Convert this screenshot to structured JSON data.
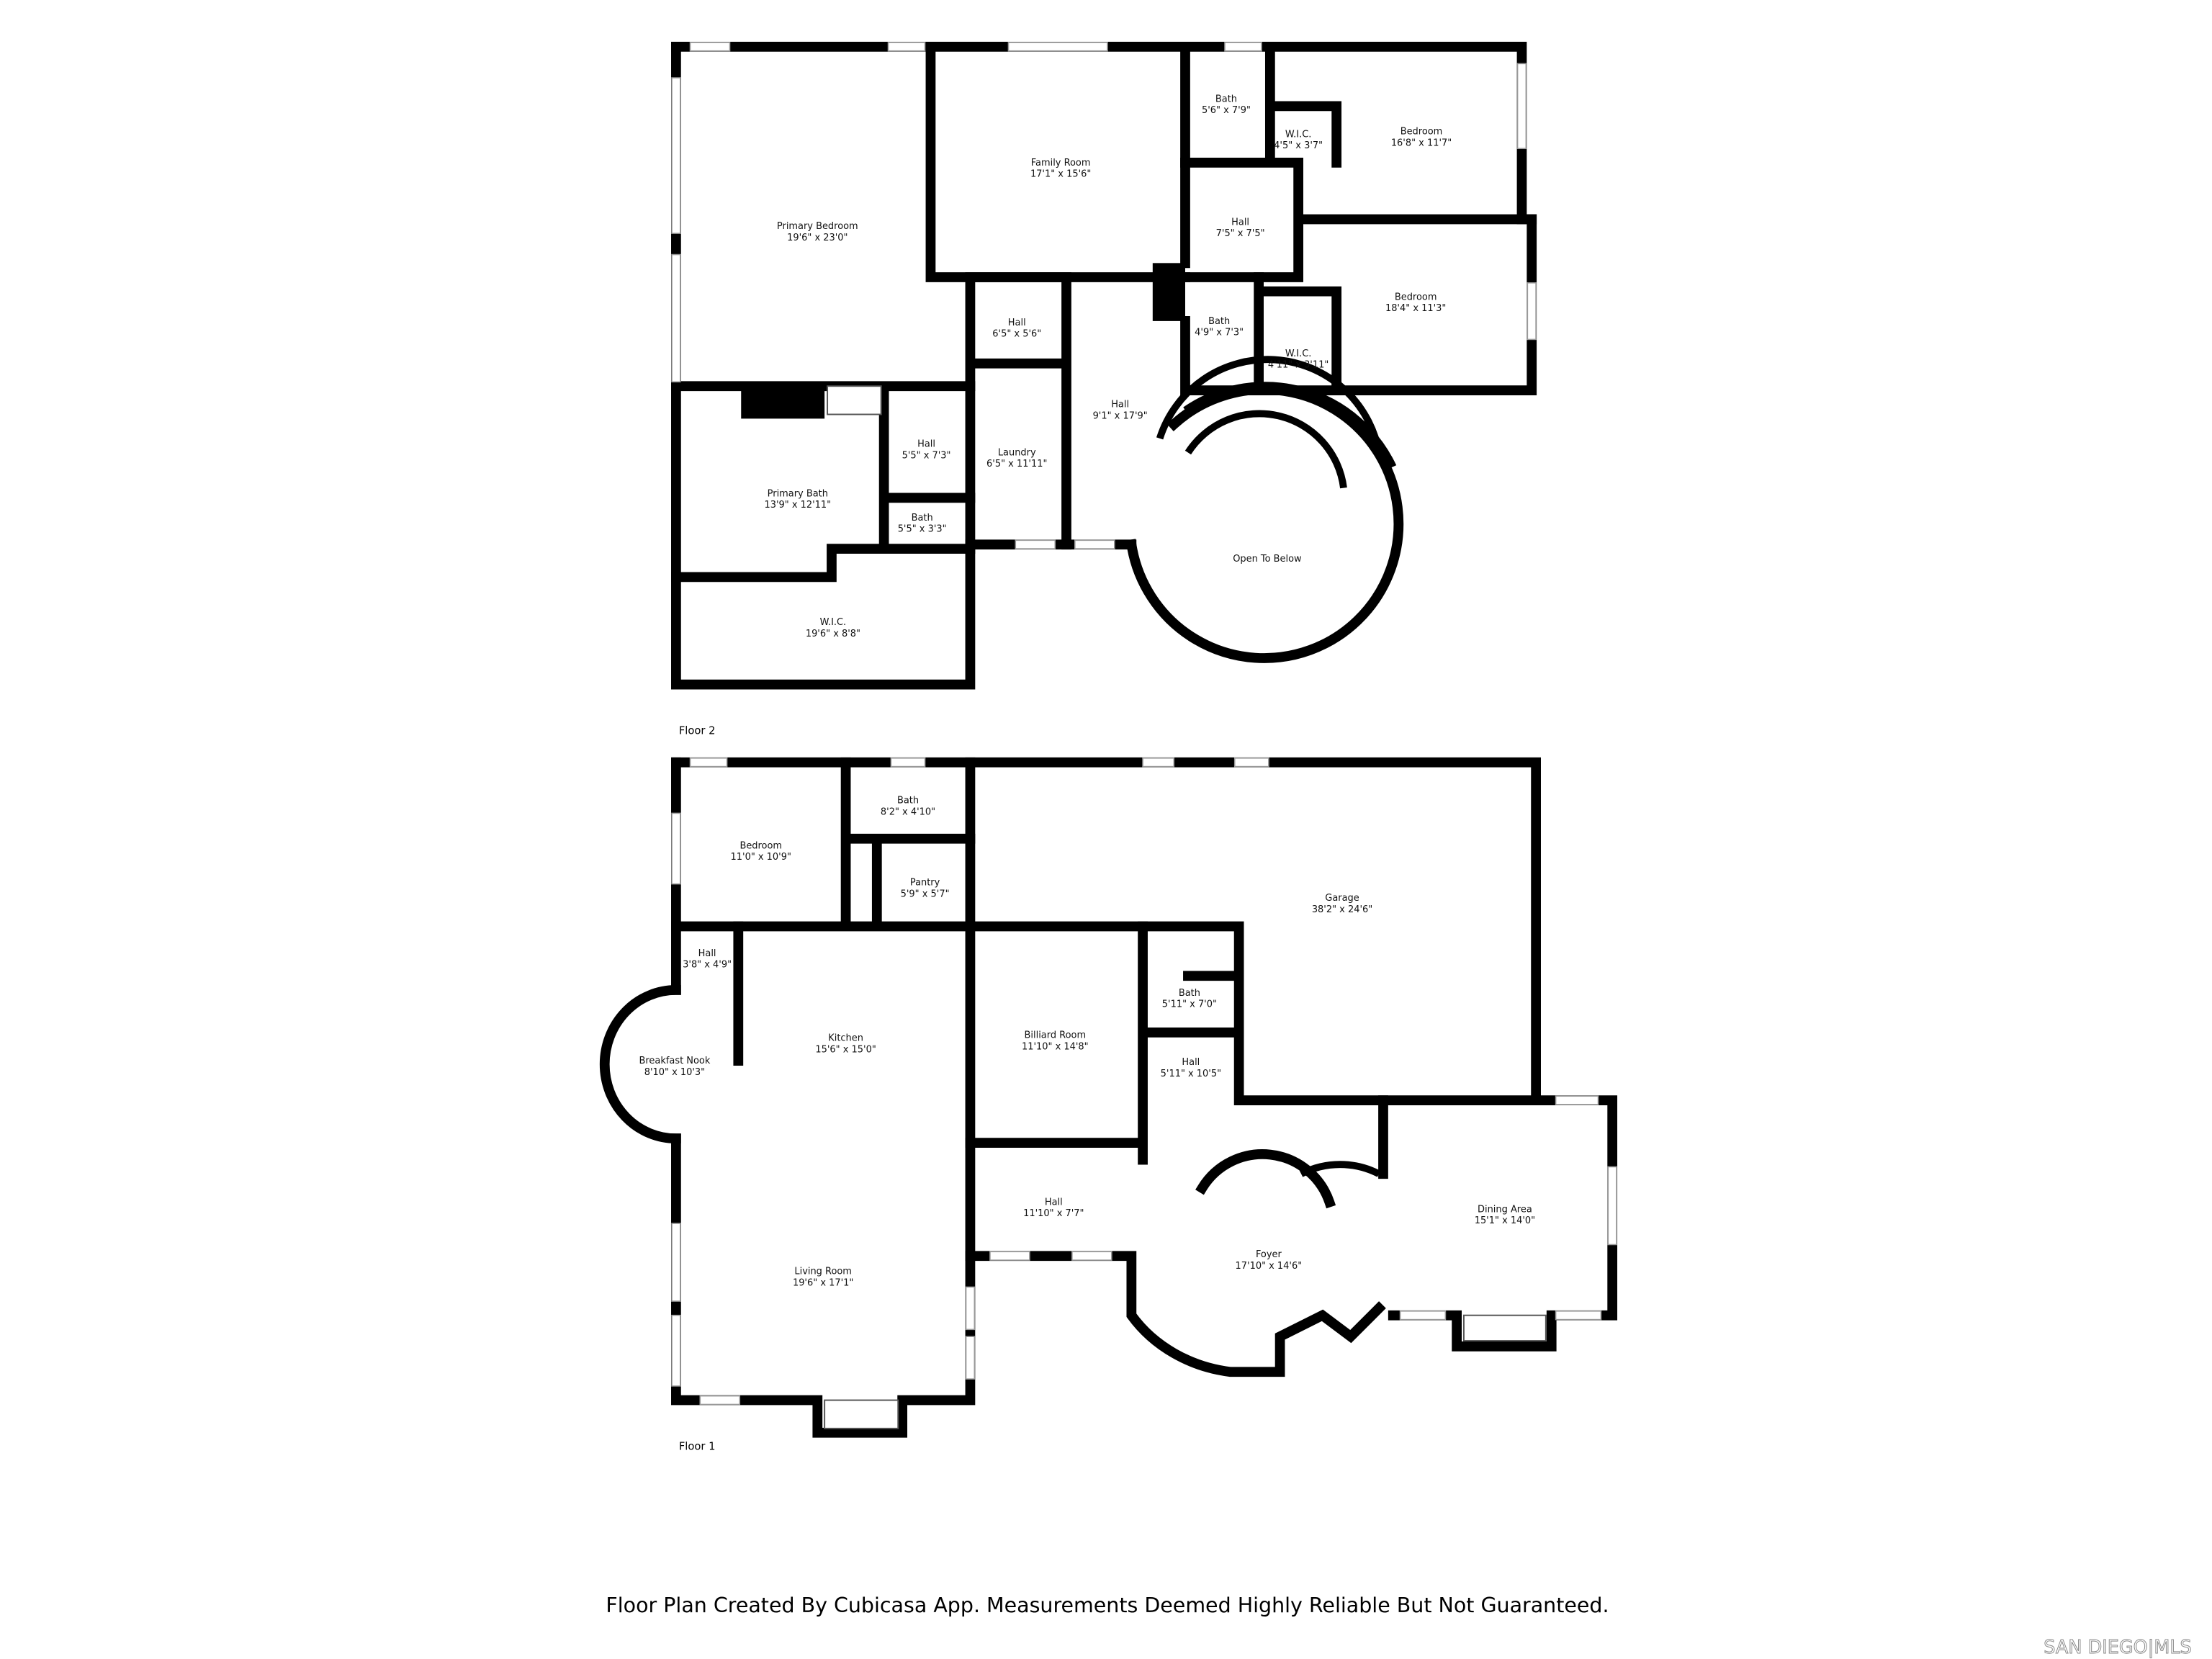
{
  "floors": [
    {
      "label": "Floor 2",
      "rooms": [
        {
          "name": "Primary Bedroom",
          "dims": "19'6\" x 23'0\""
        },
        {
          "name": "Family Room",
          "dims": "17'1\" x 15'6\""
        },
        {
          "name": "Bath",
          "dims": "5'6\" x 7'9\""
        },
        {
          "name": "W.I.C.",
          "dims": "4'5\" x 3'7\""
        },
        {
          "name": "Bedroom",
          "dims": "16'8\" x 11'7\""
        },
        {
          "name": "Hall",
          "dims": "7'5\" x 7'5\""
        },
        {
          "name": "Bedroom",
          "dims": "18'4\" x 11'3\""
        },
        {
          "name": "Bath",
          "dims": "4'9\" x 7'3\""
        },
        {
          "name": "W.I.C.",
          "dims": "4'11\" x 3'11\""
        },
        {
          "name": "Hall",
          "dims": "6'5\" x 5'6\""
        },
        {
          "name": "Hall",
          "dims": "9'1\" x 17'9\""
        },
        {
          "name": "Laundry",
          "dims": "6'5\" x 11'11\""
        },
        {
          "name": "Hall",
          "dims": "5'5\" x 7'3\""
        },
        {
          "name": "Primary Bath",
          "dims": "13'9\" x 12'11\""
        },
        {
          "name": "Bath",
          "dims": "5'5\" x 3'3\""
        },
        {
          "name": "W.I.C.",
          "dims": "19'6\" x 8'8\""
        },
        {
          "name": "Open To Below",
          "dims": ""
        }
      ]
    },
    {
      "label": "Floor 1",
      "rooms": [
        {
          "name": "Bedroom",
          "dims": "11'0\" x 10'9\""
        },
        {
          "name": "Bath",
          "dims": "8'2\" x 4'10\""
        },
        {
          "name": "Pantry",
          "dims": "5'9\" x 5'7\""
        },
        {
          "name": "Garage",
          "dims": "38'2\" x 24'6\""
        },
        {
          "name": "Hall",
          "dims": "3'8\" x 4'9\""
        },
        {
          "name": "Kitchen",
          "dims": "15'6\" x 15'0\""
        },
        {
          "name": "Breakfast Nook",
          "dims": "8'10\" x 10'3\""
        },
        {
          "name": "Billiard Room",
          "dims": "11'10\" x 14'8\""
        },
        {
          "name": "Bath",
          "dims": "5'11\" x 7'0\""
        },
        {
          "name": "Hall",
          "dims": "5'11\" x 10'5\""
        },
        {
          "name": "Hall",
          "dims": "11'10\" x 7'7\""
        },
        {
          "name": "Living Room",
          "dims": "19'6\" x 17'1\""
        },
        {
          "name": "Foyer",
          "dims": "17'10\" x 14'6\""
        },
        {
          "name": "Dining Area",
          "dims": "15'1\" x 14'0\""
        }
      ]
    }
  ],
  "disclaimer": "Floor Plan Created By Cubicasa App. Measurements Deemed Highly Reliable But Not Guaranteed.",
  "watermark": "SAN DIEGO|MLS",
  "colors": {
    "wall": "#000000",
    "background": "#ffffff",
    "window": "#999999"
  }
}
